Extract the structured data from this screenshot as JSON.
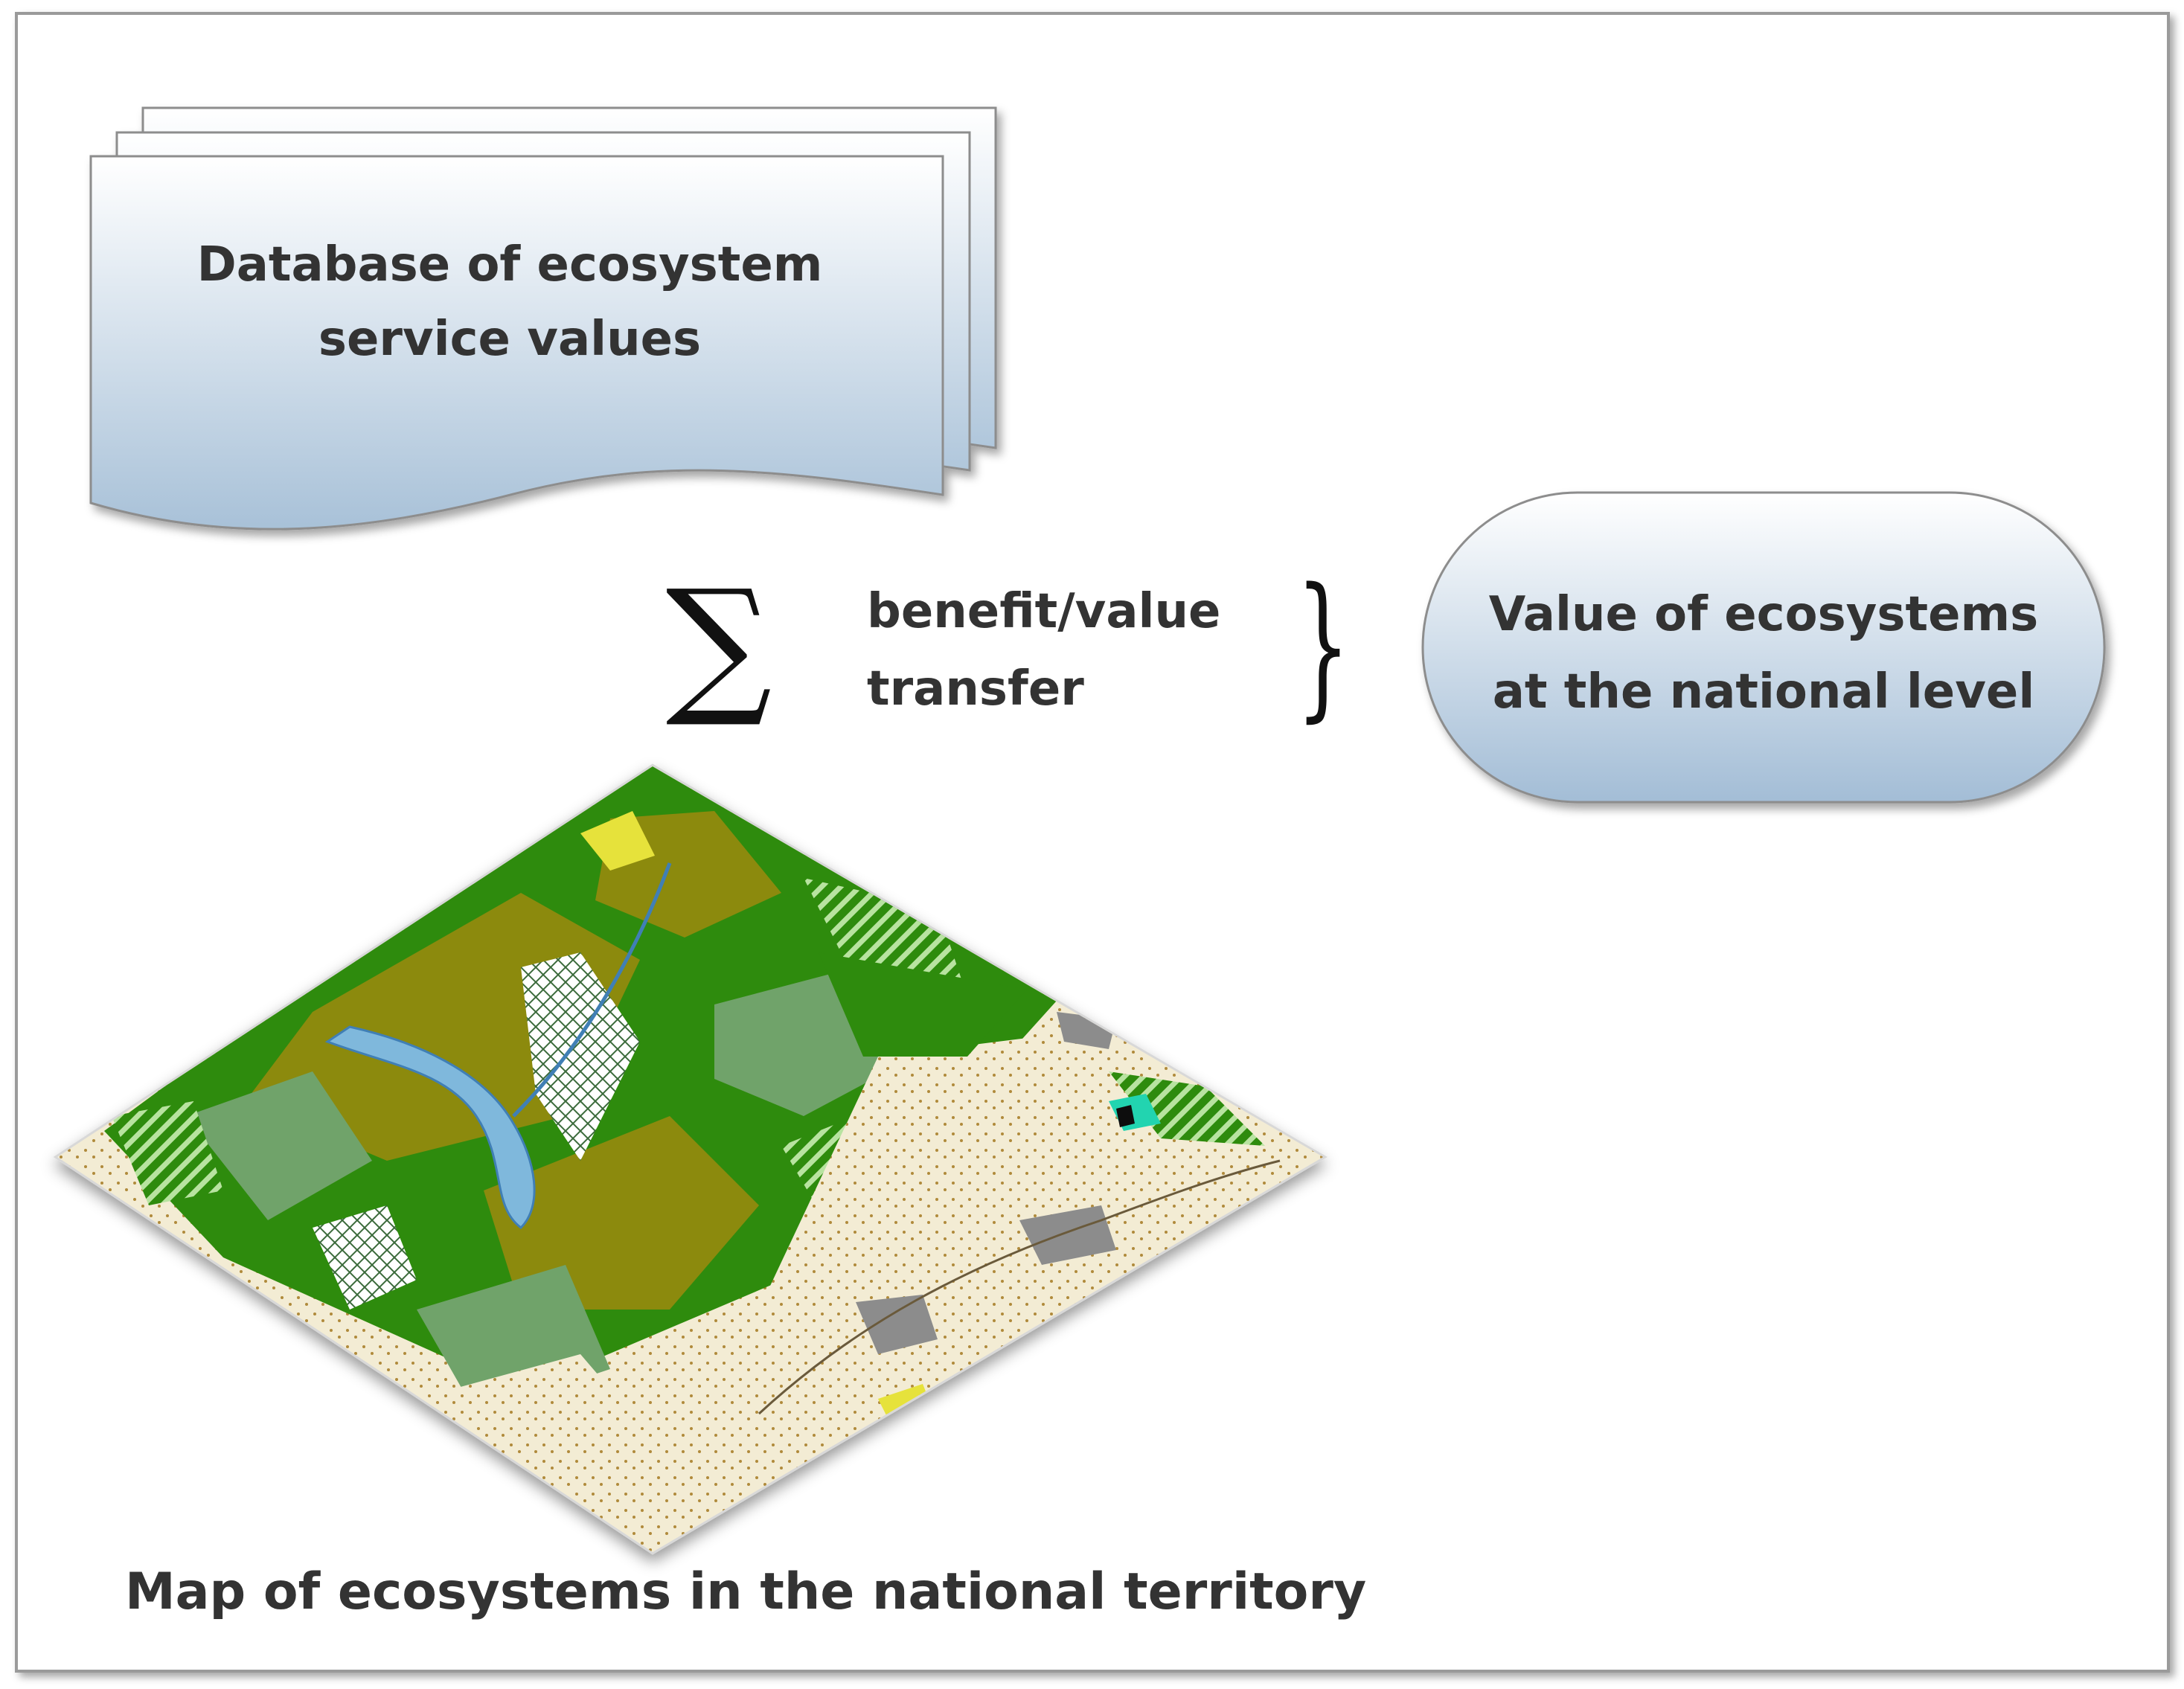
{
  "database": {
    "line1": "Database of ecosystem",
    "line2": "service values"
  },
  "operator": {
    "symbol": "∑",
    "line1": "benefit/value",
    "line2": "transfer",
    "brace": "}"
  },
  "result": {
    "line1": "Value of ecosystems",
    "line2": "at the national level"
  },
  "map": {
    "caption": "Map of ecosystems in the national territory"
  },
  "colors": {
    "text": "#333333",
    "shape_top": "#ffffff",
    "shape_bottom": "#a8c1d8",
    "border": "#9a9a9a",
    "forest_dark": "#2e8b0a",
    "forest_olive": "#8c8a10",
    "forest_sage": "#6fa36a",
    "field_beige": "#f3ecd4",
    "water": "#7fb8dc",
    "urban": "#8c8c8c"
  }
}
